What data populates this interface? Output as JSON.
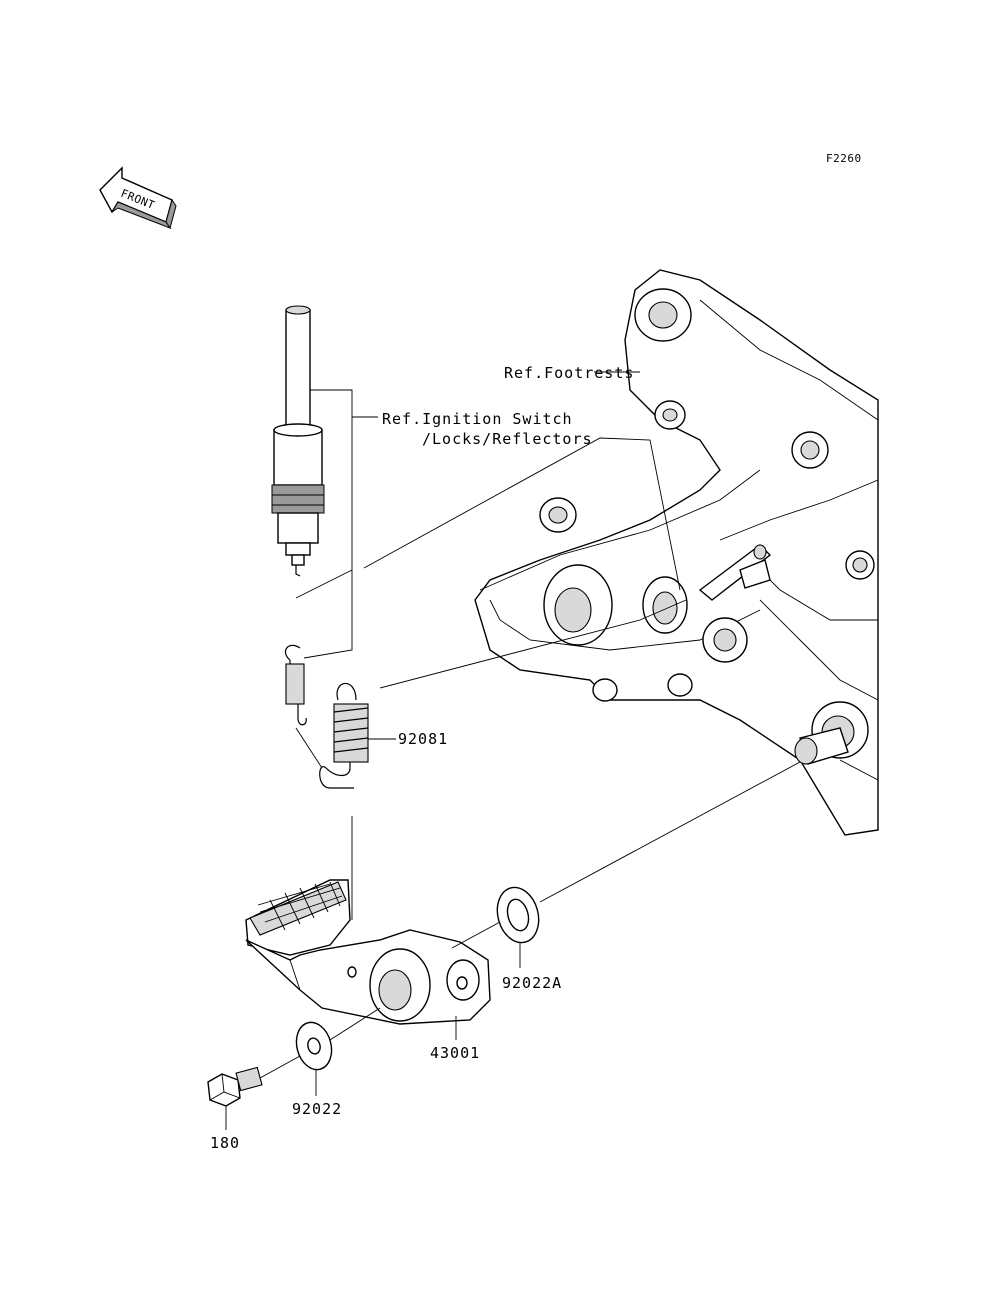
{
  "diagram": {
    "code": "F2260",
    "front_label": "FRONT",
    "refs": {
      "footrests": "Ref.Footrests",
      "ignition_line1": "Ref.Ignition Switch",
      "ignition_line2": "/Locks/Reflectors"
    },
    "parts": {
      "spring": "92081",
      "washer_a": "92022A",
      "pedal": "43001",
      "washer": "92022",
      "bolt": "180"
    }
  }
}
